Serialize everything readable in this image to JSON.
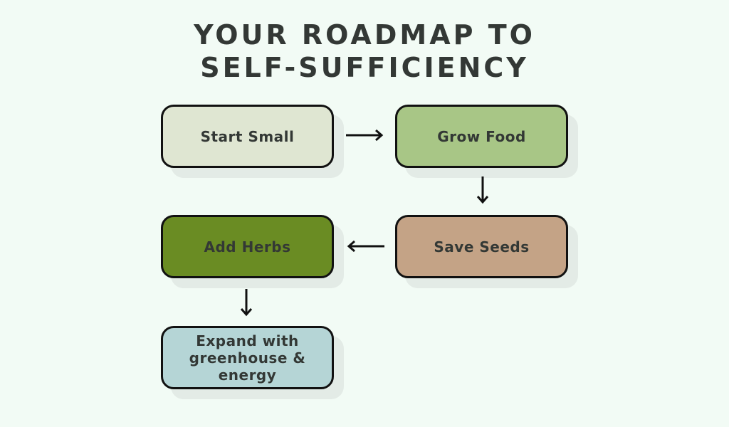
{
  "title_line1": "YOUR ROADMAP TO",
  "title_line2": "SELF-SUFFICIENCY",
  "steps": [
    {
      "label": "Start Small",
      "color": "#dfe6d2"
    },
    {
      "label": "Grow Food",
      "color": "#a8c686"
    },
    {
      "label": "Save Seeds",
      "color": "#c4a386"
    },
    {
      "label": "Add Herbs",
      "color": "#6a8c23"
    },
    {
      "label": "Expand with greenhouse & energy",
      "color": "#b5d5d6"
    }
  ]
}
